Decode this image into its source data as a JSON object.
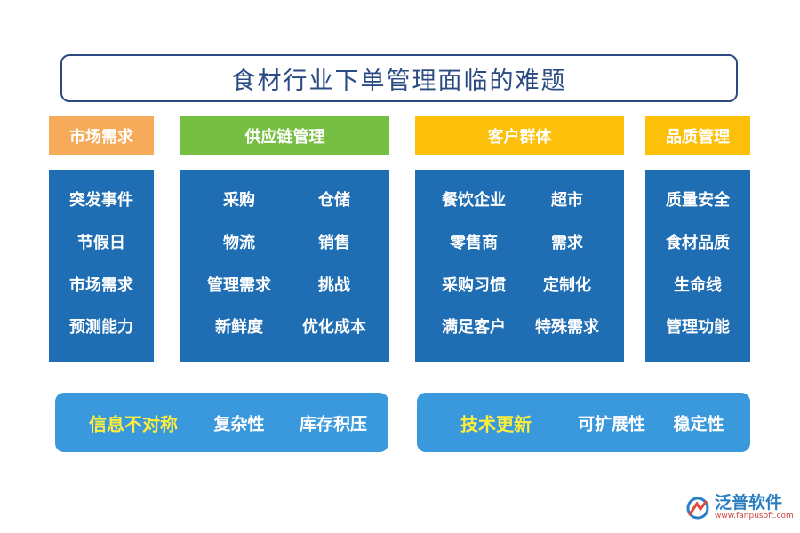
{
  "title": "食材行业下单管理面临的难题",
  "columns": [
    {
      "header": "市场需求",
      "header_color": "#f5ab5a",
      "items": [
        "突发事件",
        "节假日",
        "市场需求",
        "预测能力"
      ]
    },
    {
      "header": "供应链管理",
      "header_color": "#76bf43",
      "items": [
        "采购",
        "仓储",
        "物流",
        "销售",
        "管理需求",
        "挑战",
        "新鲜度",
        "优化成本"
      ]
    },
    {
      "header": "客户群体",
      "header_color": "#fcbf0a",
      "items": [
        "餐饮企业",
        "超市",
        "零售商",
        "需求",
        "采购习惯",
        "定制化",
        "满足客户",
        "特殊需求"
      ]
    },
    {
      "header": "品质管理",
      "header_color": "#fcbf0a",
      "items": [
        "质量安全",
        "食材品质",
        "生命线",
        "管理功能"
      ]
    }
  ],
  "bottom_left": {
    "highlight": "信息不对称",
    "items": [
      "复杂性",
      "库存积压"
    ]
  },
  "bottom_right": {
    "highlight": "技术更新",
    "items": [
      "可扩展性",
      "稳定性"
    ]
  },
  "watermark": {
    "name": "泛普软件",
    "url": "www.fanpusoft.com"
  },
  "colors": {
    "panel": "#1f6db3",
    "bottom_bar": "#3a98dd",
    "title_border": "#2c4a80",
    "highlight_text": "#ffef3a"
  }
}
